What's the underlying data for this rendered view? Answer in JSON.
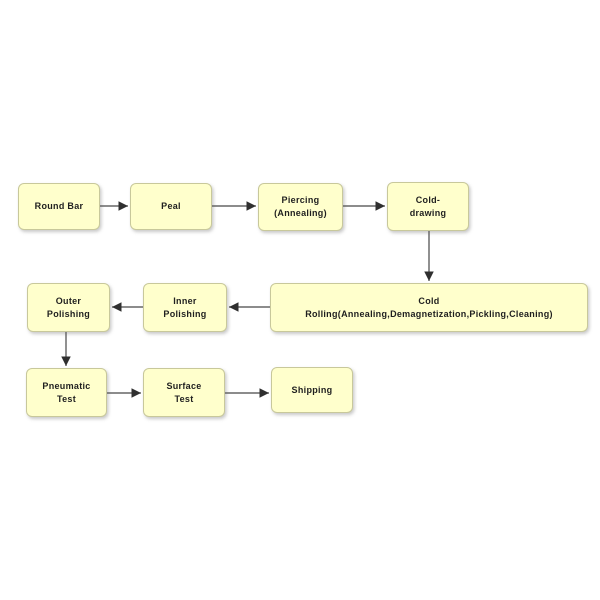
{
  "diagram": {
    "type": "flowchart",
    "nodes": [
      {
        "id": "round-bar",
        "label": "Round Bar"
      },
      {
        "id": "peal",
        "label": "Peal"
      },
      {
        "id": "piercing",
        "label": "Piercing\n(Annealing)"
      },
      {
        "id": "cold-drawing",
        "label": "Cold-\ndrawing"
      },
      {
        "id": "cold-rolling",
        "label": "Cold\nRolling(Annealing,Demagnetization,Pickling,Cleaning)"
      },
      {
        "id": "inner-polishing",
        "label": "Inner\nPolishing"
      },
      {
        "id": "outer-polishing",
        "label": "Outer\nPolishing"
      },
      {
        "id": "pneumatic-test",
        "label": "Pneumatic\nTest"
      },
      {
        "id": "surface-test",
        "label": "Surface\nTest"
      },
      {
        "id": "shipping",
        "label": "Shipping"
      }
    ],
    "edges": [
      {
        "from": "round-bar",
        "to": "peal",
        "direction": "right"
      },
      {
        "from": "peal",
        "to": "piercing",
        "direction": "right"
      },
      {
        "from": "piercing",
        "to": "cold-drawing",
        "direction": "right"
      },
      {
        "from": "cold-drawing",
        "to": "cold-rolling",
        "direction": "down"
      },
      {
        "from": "cold-rolling",
        "to": "inner-polishing",
        "direction": "left"
      },
      {
        "from": "inner-polishing",
        "to": "outer-polishing",
        "direction": "left"
      },
      {
        "from": "outer-polishing",
        "to": "pneumatic-test",
        "direction": "down"
      },
      {
        "from": "pneumatic-test",
        "to": "surface-test",
        "direction": "right"
      },
      {
        "from": "surface-test",
        "to": "shipping",
        "direction": "right"
      }
    ],
    "colors": {
      "node_fill": "#ffffcc",
      "node_border": "#c8c89b",
      "arrow": "#404040",
      "text": "#1f1f1f",
      "background": "#ffffff"
    }
  }
}
